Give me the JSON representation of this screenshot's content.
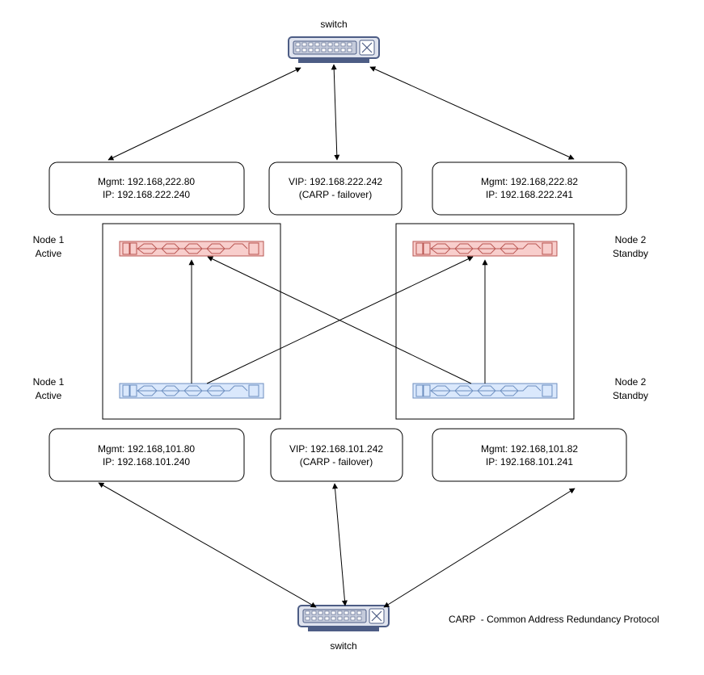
{
  "switch_top": {
    "label": "switch"
  },
  "switch_bottom": {
    "label": "switch"
  },
  "upper_boxes": [
    {
      "line1": "Mgmt: 192.168,222.80",
      "line2": "IP: 192.168.222.240"
    },
    {
      "line1": "VIP: 192.168.222.242",
      "line2": "(CARP - failover)"
    },
    {
      "line1": "Mgmt: 192.168,222.82",
      "line2": "IP: 192.168.222.241"
    }
  ],
  "lower_boxes": [
    {
      "line1": "Mgmt: 192.168,101.80",
      "line2": "IP: 192.168.101.240"
    },
    {
      "line1": "VIP: 192.168.101.242",
      "line2": "(CARP - failover)"
    },
    {
      "line1": "Mgmt: 192.168,101.82",
      "line2": "IP: 192.168.101.241"
    }
  ],
  "node_labels": {
    "node1_top": {
      "name": "Node 1",
      "state": "Active"
    },
    "node2_top": {
      "name": "Node 2",
      "state": "Standby"
    },
    "node1_bottom": {
      "name": "Node 1",
      "state": "Active"
    },
    "node2_bottom": {
      "name": "Node 2",
      "state": "Standby"
    }
  },
  "footnote": "CARP  - Common Address Redundancy Protocol",
  "colors": {
    "upper_nic_fill": "#f8cecc",
    "upper_nic_stroke": "#b85450",
    "lower_nic_fill": "#dae8fc",
    "lower_nic_stroke": "#6c8ebf",
    "switch_body": "#dfe3ee",
    "switch_dark": "#4d5d85"
  }
}
